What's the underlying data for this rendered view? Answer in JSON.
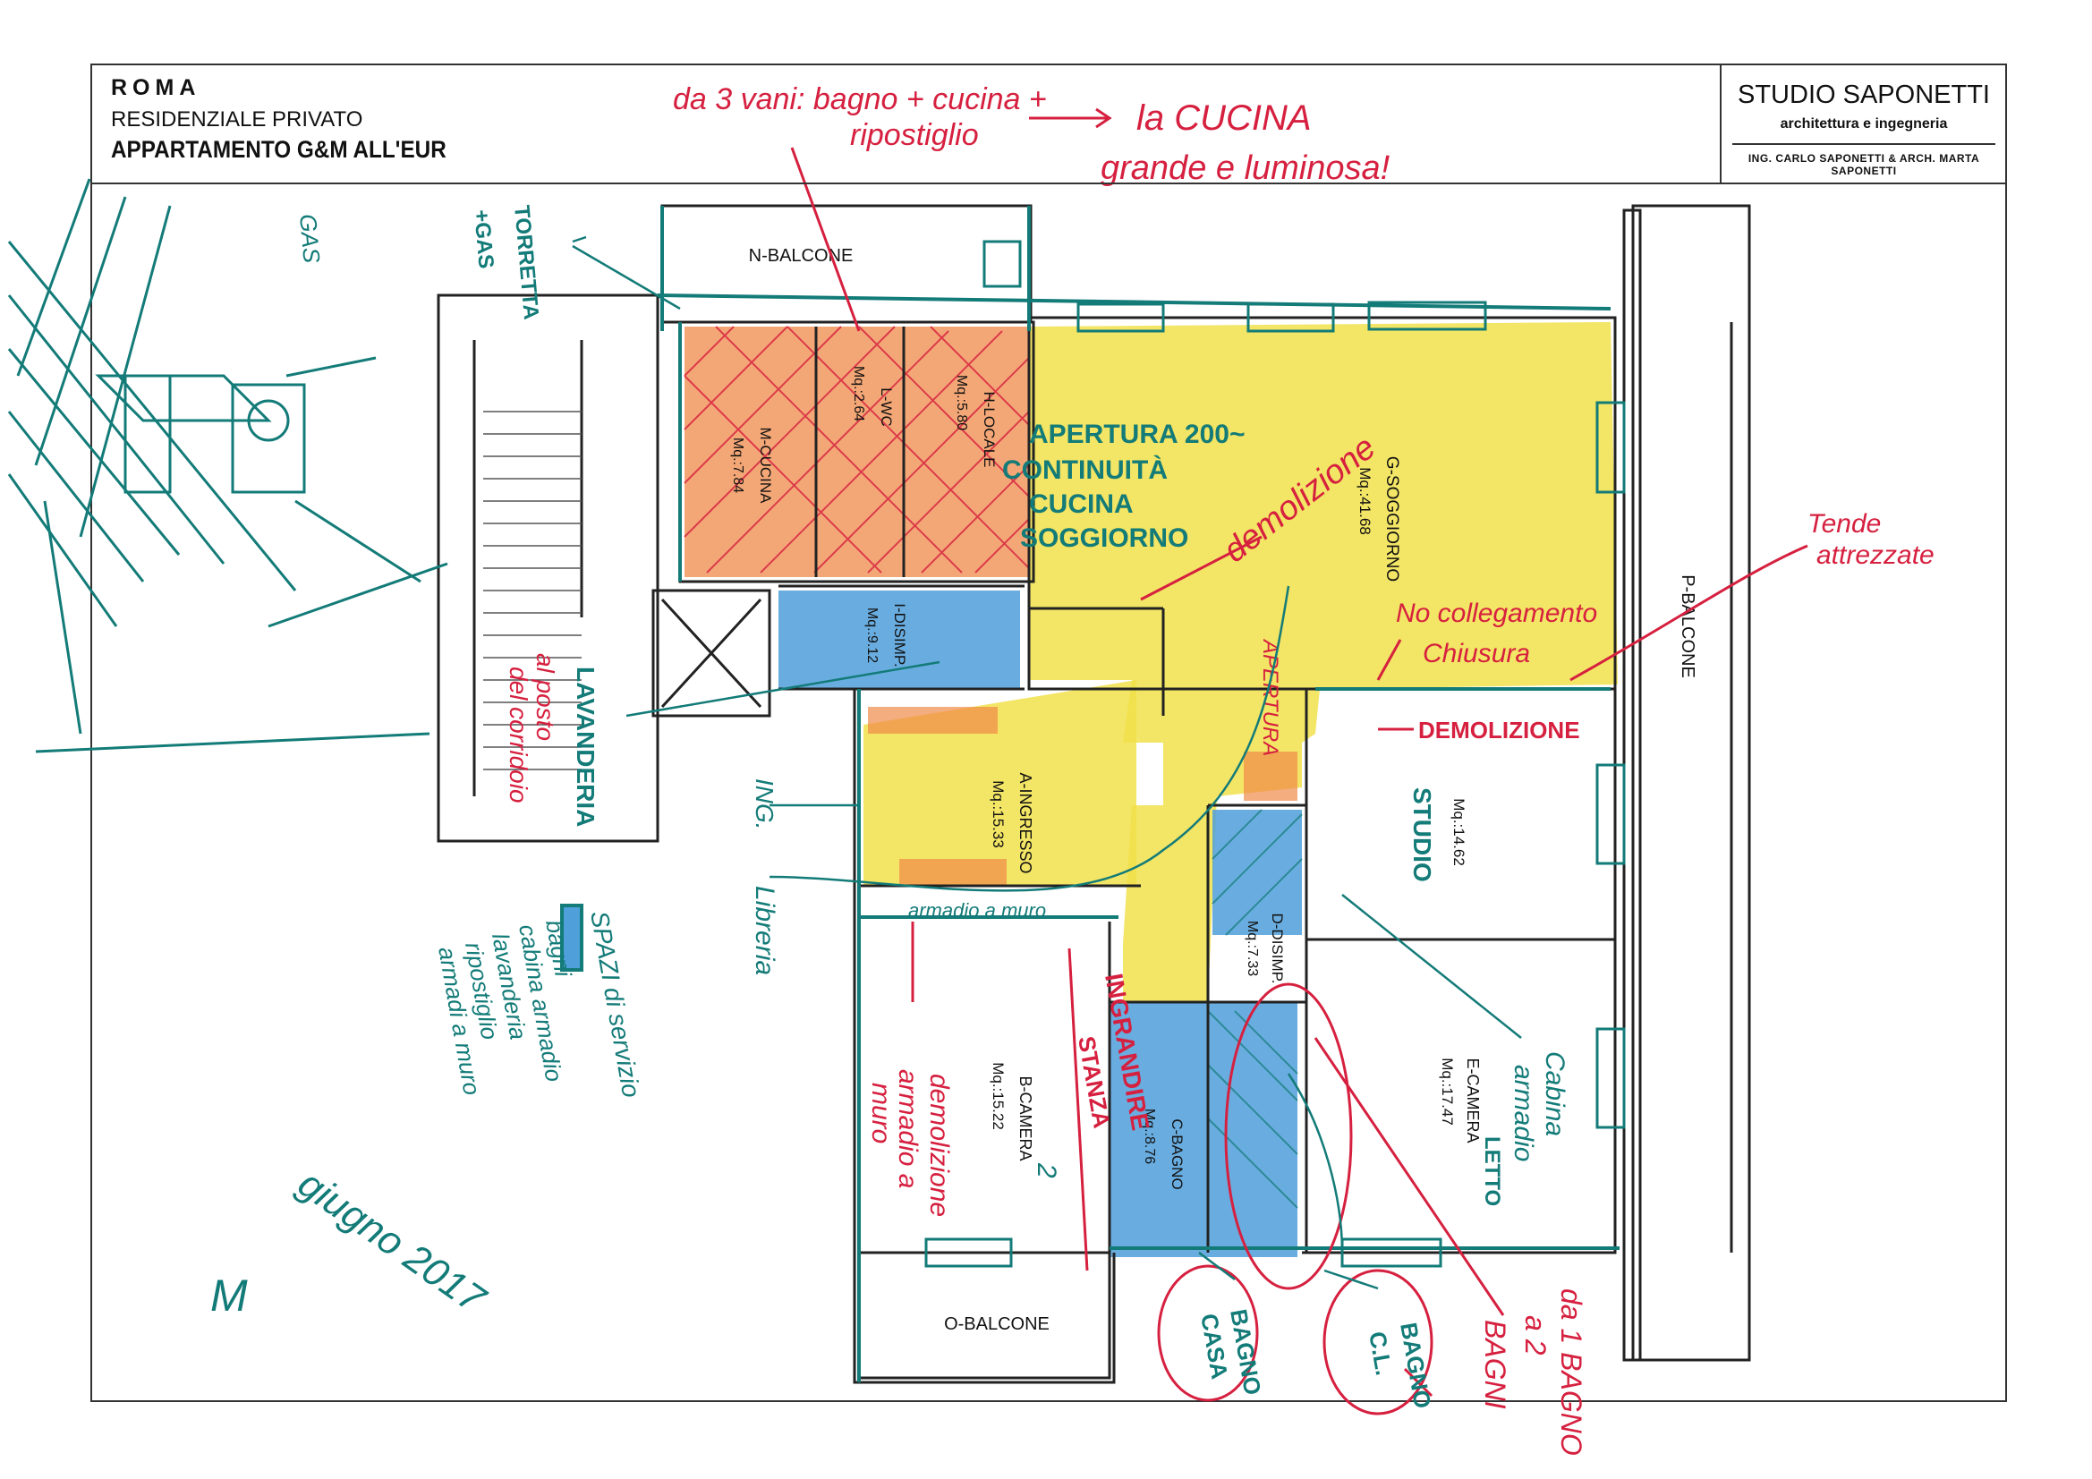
{
  "title_block": {
    "city": "ROMA",
    "type": "RESIDENZIALE PRIVATO",
    "project": "APPARTAMENTO G&M ALL'EUR",
    "studio_name": "STUDIO SAPONETTI",
    "studio_subtitle": "architettura e ingegneria",
    "studio_people": "ING. CARLO SAPONETTI & ARCH. MARTA SAPONETTI"
  },
  "rooms": {
    "n_balcone": "N-BALCONE",
    "o_balcone": "O-BALCONE",
    "p_balcone": "P-BALCONE",
    "m_cucina": "M-CUCINA",
    "m_cucina_area": "Mq.:7.84",
    "l_wc": "L-WC",
    "l_wc_area": "Mq.:2.64",
    "h_locale": "H-LOCALE",
    "h_locale_area": "Mq.:5.80",
    "i_disimp": "I-DISIMP.",
    "i_disimp_area": "Mq.:9.12",
    "g_soggiorno": "G-SOGGIORNO",
    "g_soggiorno_area": "Mq.:41.68",
    "a_ingresso": "A-INGRESSO",
    "a_ingresso_area": "Mq.:15.33",
    "f_studio_area": "Mq.:14.62",
    "d_disimp": "D-DISIMP.",
    "d_disimp_area": "Mq.:7.33",
    "b_camera": "B-CAMERA",
    "b_camera_area": "Mq.:15.22",
    "c_bagno": "C-BAGNO",
    "c_bagno_area": "Mq.:8.76",
    "e_camera": "E-CAMERA",
    "e_camera_area": "Mq.:17.47"
  },
  "annotations": {
    "red_top_1": "da 3 vani: bagno + cucina +",
    "red_top_2": "ripostiglio",
    "red_top_3": "la CUCINA",
    "red_top_4": "grande e luminosa!",
    "green_apertura_1": "APERTURA 200~",
    "green_apertura_2": "CONTINUITÀ",
    "green_apertura_3": "CUCINA",
    "green_apertura_4": "SOGGIORNO",
    "red_demolizione": "demolizione",
    "red_no_coll_1": "No collegamento",
    "red_no_coll_2": "Chiusura",
    "red_tende_1": "Tende",
    "red_tende_2": "attrezzate",
    "red_apertura": "APERTURA",
    "red_demolizione_2": "DEMOLIZIONE",
    "green_studio": "STUDIO",
    "red_lavanderia_1": "al posto",
    "red_lavanderia_2": "del corridoio",
    "green_lavanderia": "LAVANDERIA",
    "green_ing": "ING.",
    "green_libreria": "Libreria",
    "green_armadio": "armadio a muro",
    "red_dem_armadio_1": "demolizione",
    "red_dem_armadio_2": "armadio a",
    "red_dem_armadio_3": "muro",
    "red_ingrandire_1": "INGRANDIRE",
    "red_ingrandire_2": "STANZA",
    "green_camera_2": "2",
    "green_letto": "LETTO",
    "green_cabina_1": "Cabina",
    "green_cabina_2": "armadio",
    "green_bagno_casa_1": "BAGNO",
    "green_bagno_casa_2": "CASA",
    "green_bagno_cl_1": "BAGNO",
    "green_bagno_cl_2": "C.L.",
    "red_da_1_bagno_1": "da 1 BAGNO",
    "red_da_1_bagno_2": "a 2",
    "red_da_1_bagno_3": "BAGNI",
    "green_legend_1": "SPAZI di servizio",
    "green_legend_2": "bagni",
    "green_legend_3": "cabina armadio",
    "green_legend_4": "lavanderia",
    "green_legend_5": "ripostiglio",
    "green_legend_6": "armadi a muro",
    "green_date": "giugno 2017",
    "green_signature": "M",
    "green_gas": "GAS",
    "green_torretta": "TORRETTA",
    "green_gas2": "+GAS"
  },
  "colors": {
    "ink_green": "#137b78",
    "ink_red": "#d6203f",
    "yellow": "#f1e04a",
    "orange": "#f08a48",
    "blue": "#4f9fda",
    "wall": "#222222"
  }
}
